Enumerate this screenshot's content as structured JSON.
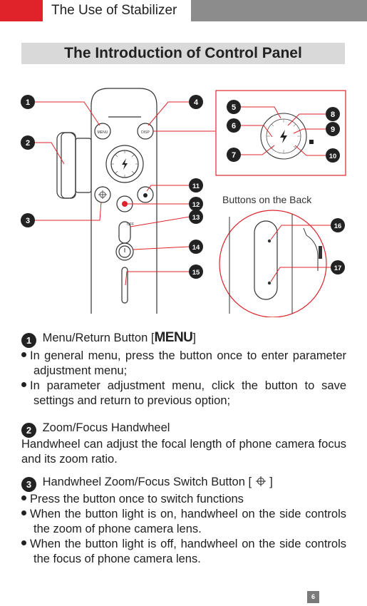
{
  "header": {
    "title": "The Use of Stabilizer"
  },
  "section_title": "The Introduction of Control Panel",
  "diagram": {
    "callouts": [
      "1",
      "2",
      "3",
      "4",
      "5",
      "6",
      "7",
      "8",
      "9",
      "10",
      "11",
      "12",
      "13",
      "14",
      "15",
      "16",
      "17"
    ],
    "buttons_on_back_label": "Buttons on the Back",
    "menu_label": "MENU",
    "disp_label": "DISP",
    "off_label": "OFF"
  },
  "item1": {
    "num": "1",
    "title_pre": "Menu/Return Button [",
    "title_word": "MENU",
    "title_post": "]",
    "bullets": [
      "In general menu, press the button once to enter parameter adjustment menu;",
      "In parameter adjustment menu, click the button to save settings and return to previous option;"
    ]
  },
  "item2": {
    "num": "2",
    "title": "Zoom/Focus Handwheel",
    "body": "Handwheel can adjust the focal length of phone camera focus and its zoom ratio."
  },
  "item3": {
    "num": "3",
    "title_pre": "Handwheel Zoom/Focus Switch Button [",
    "title_post": "]",
    "bullets": [
      "Press the button once to switch functions",
      "When the button light is on, handwheel on the side controls the zoom of phone camera lens.",
      "When the button light is off, handwheel on the side controls the focus of phone camera lens."
    ]
  },
  "page_number": "6"
}
